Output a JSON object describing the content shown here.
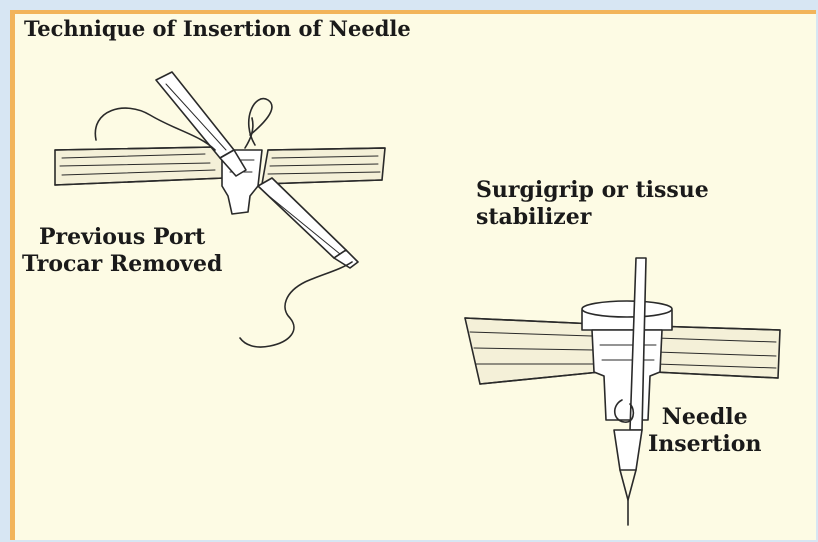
{
  "diagram": {
    "title": "Technique of Insertion of Needle",
    "left_caption": {
      "line1": "Previous Port",
      "line2": "Trocar Removed"
    },
    "right_caption": {
      "line1": "Surgigrip or tissue",
      "line2": "stabilizer"
    },
    "needle_caption": {
      "line1": "Needle",
      "line2": "Insertion"
    }
  },
  "colors": {
    "background": "#d7e6f3",
    "sheet": "#fdfbe4",
    "border_accent": "#f2b45a",
    "ink": "#2a2a2a"
  }
}
